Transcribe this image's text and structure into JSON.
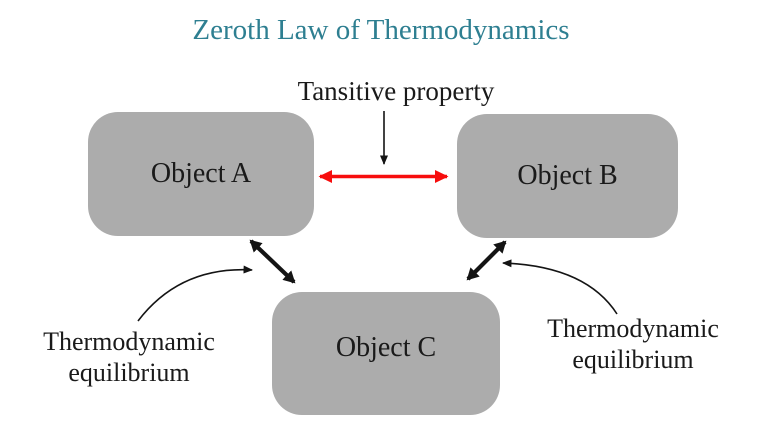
{
  "diagram": {
    "title": "Zeroth Law of Thermodynamics",
    "annotations": {
      "transitive": "Tansitive property",
      "thermo_left": {
        "line1": "Thermodynamic",
        "line2": "equilibrium"
      },
      "thermo_right": {
        "line1": "Thermodynamic",
        "line2": "equilibrium"
      }
    },
    "nodes": [
      {
        "id": "object-a",
        "label": "Object A"
      },
      {
        "id": "object-b",
        "label": "Object B"
      },
      {
        "id": "object-c",
        "label": "Object C"
      }
    ],
    "relationships": [
      {
        "from": "Object A",
        "to": "Object B",
        "label": "Tansitive property",
        "arrow": "red double-headed"
      },
      {
        "from": "Object A",
        "to": "Object C",
        "label": "Thermodynamic equilibrium",
        "arrow": "black double-headed"
      },
      {
        "from": "Object B",
        "to": "Object C",
        "label": "Thermodynamic equilibrium",
        "arrow": "black double-headed"
      }
    ],
    "colors": {
      "title_teal": "#2e7f91",
      "box_fill": "#acacac",
      "text_black": "#1a1a1a",
      "red_arrow": "#f70d0d",
      "black_arrow": "#141414"
    }
  }
}
